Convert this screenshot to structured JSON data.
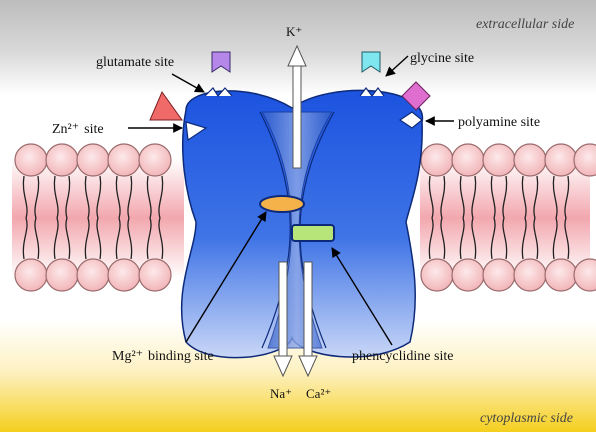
{
  "regions": {
    "extracellular": "extracellular side",
    "cytoplasmic": "cytoplasmic side"
  },
  "ions": {
    "out_top": "K⁺",
    "in_left": "Na⁺",
    "in_right": "Ca²⁺"
  },
  "sites": {
    "glutamate": "glutamate site",
    "glycine": "glycine site",
    "zn_site": "site",
    "zn_symbol": "Zn²⁺",
    "polyamine": "polyamine site",
    "mg_binding": "binding site",
    "mg_symbol": "Mg²⁺",
    "phencyclidine": "phencyclidine site"
  },
  "colors": {
    "receptor": "#3a66d9",
    "membrane_fill": "#f6c6c8",
    "lipid_head": "#f7d2d3",
    "glutamate_ligand": "#b487e8",
    "glycine_ligand": "#7fe6f0",
    "zn_ligand": "#f06a6a",
    "polyamine_ligand": "#e06ed0",
    "mg_ion": "#f6b24a",
    "phencyclidine_ligand": "#b8e57a",
    "extracellular_bg": "#d8d8d8",
    "cytoplasmic_bg": "#f5d13a"
  }
}
